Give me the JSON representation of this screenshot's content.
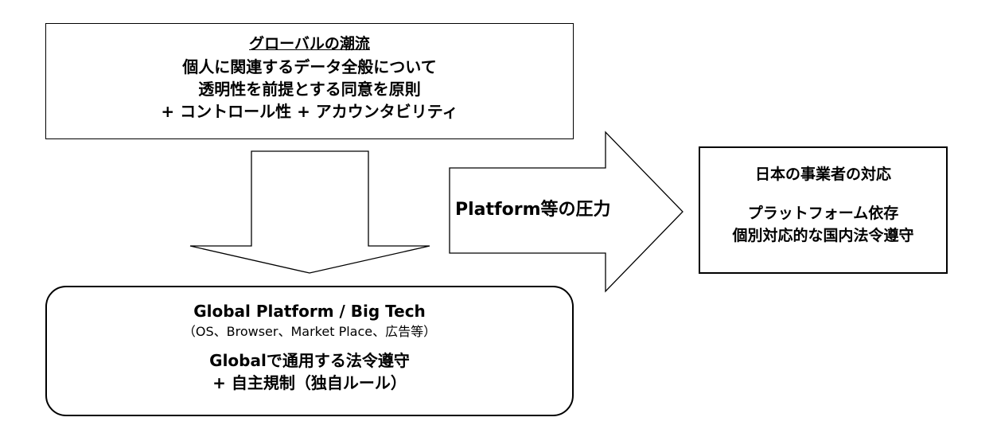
{
  "top_box": {
    "title": "グローバルの潮流",
    "lines": [
      "個人に関連するデータ全般について",
      "透明性を前提とする同意を原則",
      "+ コントロール性 + アカウンタビリティ"
    ]
  },
  "arrow_right": {
    "label": "Platform等の圧力"
  },
  "right_box": {
    "title": "日本の事業者の対応",
    "lines": [
      "プラットフォーム依存",
      "個別対応的な国内法令遵守"
    ]
  },
  "bottom_box": {
    "title": "Global Platform / Big Tech",
    "subtitle": "（OS、Browser、Market Place、広告等）",
    "lines": [
      "Globalで通用する法令遵守",
      "+ 自主規制（独自ルール）"
    ]
  }
}
